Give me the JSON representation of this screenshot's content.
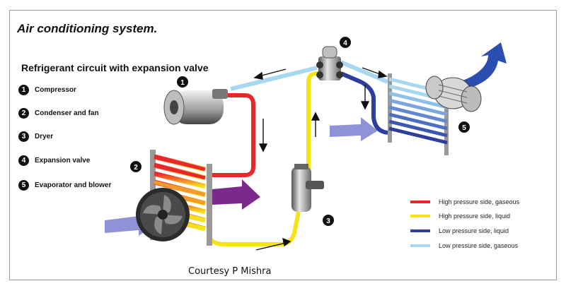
{
  "title": "Air conditioning system.",
  "subtitle": "Refrigerant circuit with expansion valve",
  "components": [
    {
      "number": "1",
      "label": "Compressor"
    },
    {
      "number": "2",
      "label": "Condenser and fan"
    },
    {
      "number": "3",
      "label": "Dryer"
    },
    {
      "number": "4",
      "label": "Expansion valve"
    },
    {
      "number": "5",
      "label": "Evaporator and blower"
    }
  ],
  "legend": [
    {
      "label": "High pressure side, gaseous",
      "color": "#e8272b"
    },
    {
      "label": "High pressure side, liquid",
      "color": "#f7e21a"
    },
    {
      "label": "Low pressure side, liquid",
      "color": "#2d3e9c"
    },
    {
      "label": "Low pressure side, gaseous",
      "color": "#a8d8f0"
    }
  ],
  "colors": {
    "airflow_in": "#8e93d8",
    "airflow_out_warm": "#7b2a8c",
    "airflow_out_cold": "#2a4fb0"
  },
  "credit": "Courtesy P Mishra"
}
